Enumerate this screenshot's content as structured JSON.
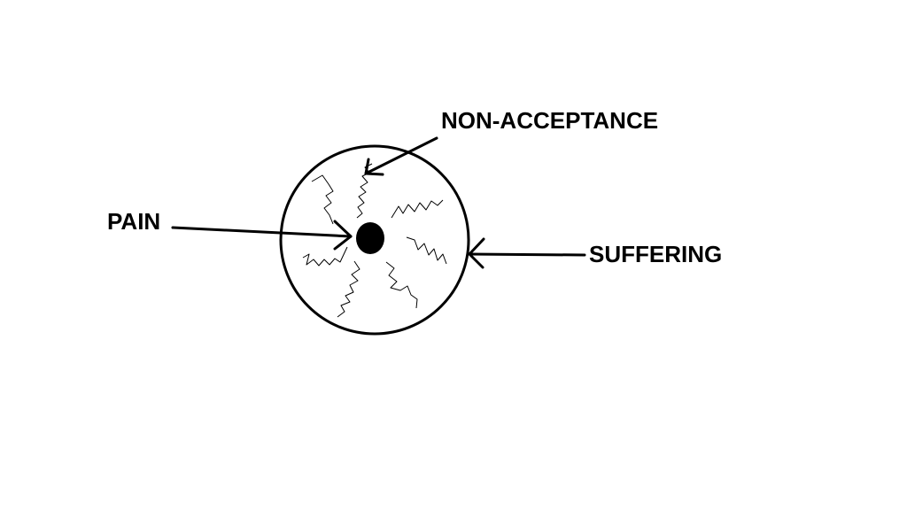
{
  "diagram": {
    "labels": {
      "non_acceptance": "NON-ACCEPTANCE",
      "pain": "PAIN",
      "suffering": "SUFFERING"
    },
    "colors": {
      "ink": "#000000",
      "background": "#ffffff"
    }
  }
}
